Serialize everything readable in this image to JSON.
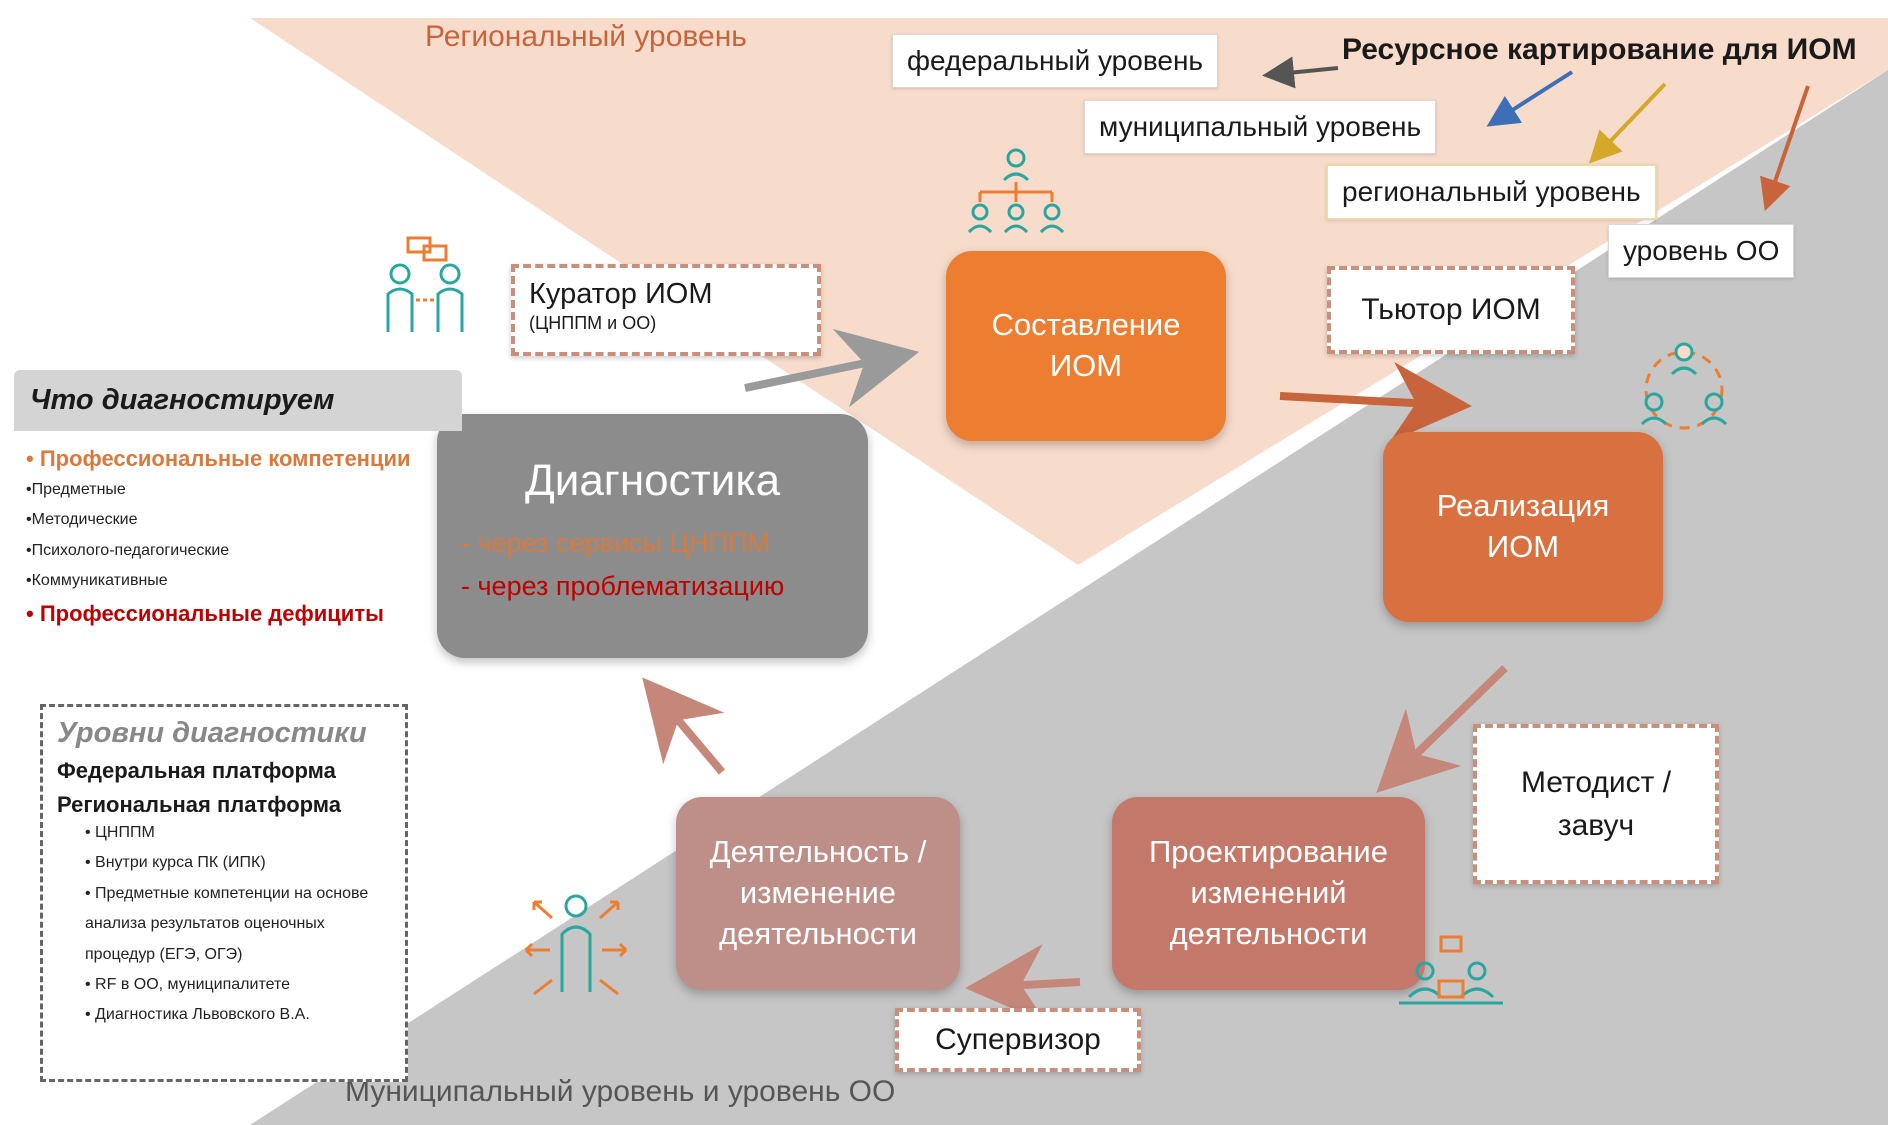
{
  "colors": {
    "regional_zone": "#f8dccb",
    "municipal_zone": "#c6c6c6",
    "orange": "#ed7d31",
    "orange_dark": "#c8643c",
    "rose": "#c08a80",
    "gray_box": "#8c8c8c",
    "teal_icon": "#2aa6a0",
    "red_text": "#c00000"
  },
  "zones": {
    "regional_label": "Региональный уровень",
    "municipal_label": "Муниципальный уровень и уровень ОО"
  },
  "resource": {
    "title": "Ресурсное картирование для ИОМ",
    "levels": {
      "federal": "федеральный уровень",
      "municipal": "муниципальный уровень",
      "regional": "региональный уровень",
      "oo": "уровень ОО"
    }
  },
  "roles": {
    "curator_title": "Куратор ИОМ",
    "curator_sub": "(ЦНППМ  и ОО)",
    "tutor": "Тьютор ИОМ",
    "methodist": "Методист / завуч",
    "supervisor": "Супервизор"
  },
  "process": {
    "compose": "Составление\nИОМ",
    "realize": "Реализация\nИОМ",
    "design": "Проектирование\nизменений\nдеятельности",
    "activity": "Деятельность /\nизменение\nдеятельности"
  },
  "diagnostics": {
    "title": "Диагностика",
    "line1": "-  через сервисы ЦНППМ",
    "line2": "-  через проблематизацию"
  },
  "what": {
    "header": "Что диагностируем",
    "prof_competencies": "• Профессиональные компетенции",
    "items": [
      "•Предметные",
      "•Методические",
      "•Психолого-педагогические",
      "•Коммуникативные"
    ],
    "deficits": "• Профессиональные дефициты"
  },
  "levels": {
    "title": "Уровни диагностики",
    "federal_platform": "Федеральная платформа",
    "regional_platform": "Региональная платформа",
    "items": [
      "• ЦНППМ",
      "• Внутри курса ПК (ИПК)",
      "• Предметные компетенции на основе анализа результатов оценочных процедур (ЕГЭ, ОГЭ)",
      "• RF в ОО, муниципалитете",
      "• Диагностика Львовского В.А."
    ]
  },
  "icons": {
    "curator_icon": "two-people-chat-icon",
    "compose_icon": "org-chart-icon",
    "realize_icon": "people-cycle-icon",
    "design_icon": "meeting-icon",
    "activity_icon": "person-arrows-icon"
  }
}
